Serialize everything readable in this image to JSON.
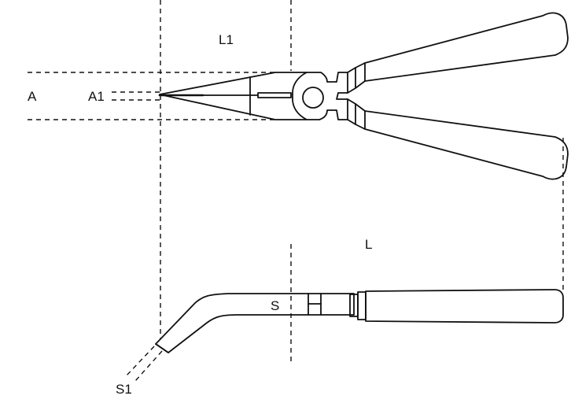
{
  "labels": {
    "L1": "L1",
    "A": "A",
    "A1": "A1",
    "L": "L",
    "S": "S",
    "S1": "S1"
  }
}
